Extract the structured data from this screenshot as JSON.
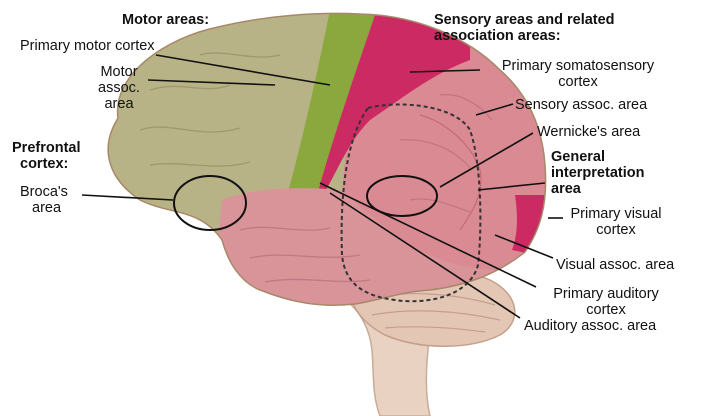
{
  "diagram": {
    "headings": {
      "motor": "Motor areas:",
      "prefrontal_line1": "Prefrontal",
      "prefrontal_line2": "cortex:",
      "sensory_line1": "Sensory areas and related",
      "sensory_line2": "association areas:",
      "general_line1": "General",
      "general_line2": "interpretation",
      "general_line3": "area"
    },
    "labels": {
      "primary_motor": "Primary motor cortex",
      "motor_assoc_1": "Motor",
      "motor_assoc_2": "assoc.",
      "motor_assoc_3": "area",
      "broca_1": "Broca's",
      "broca_2": "area",
      "primary_somato_1": "Primary somatosensory",
      "primary_somato_2": "cortex",
      "sensory_assoc": "Sensory assoc. area",
      "wernicke": "Wernicke's area",
      "primary_visual_1": "Primary visual",
      "primary_visual_2": "cortex",
      "visual_assoc": "Visual assoc. area",
      "primary_auditory_1": "Primary auditory",
      "primary_auditory_2": "cortex",
      "auditory_assoc": "Auditory assoc. area"
    },
    "colors": {
      "frontal": "#b7b386",
      "primary_motor": "#8aa83e",
      "somatosensory": "#cc2a63",
      "parietal": "#d98a92",
      "temporal": "#d99499",
      "visual": "#cc2a63",
      "cerebellum": "#e4c6b4",
      "brainstem": "#ead2c2",
      "leader": "#111111"
    }
  }
}
